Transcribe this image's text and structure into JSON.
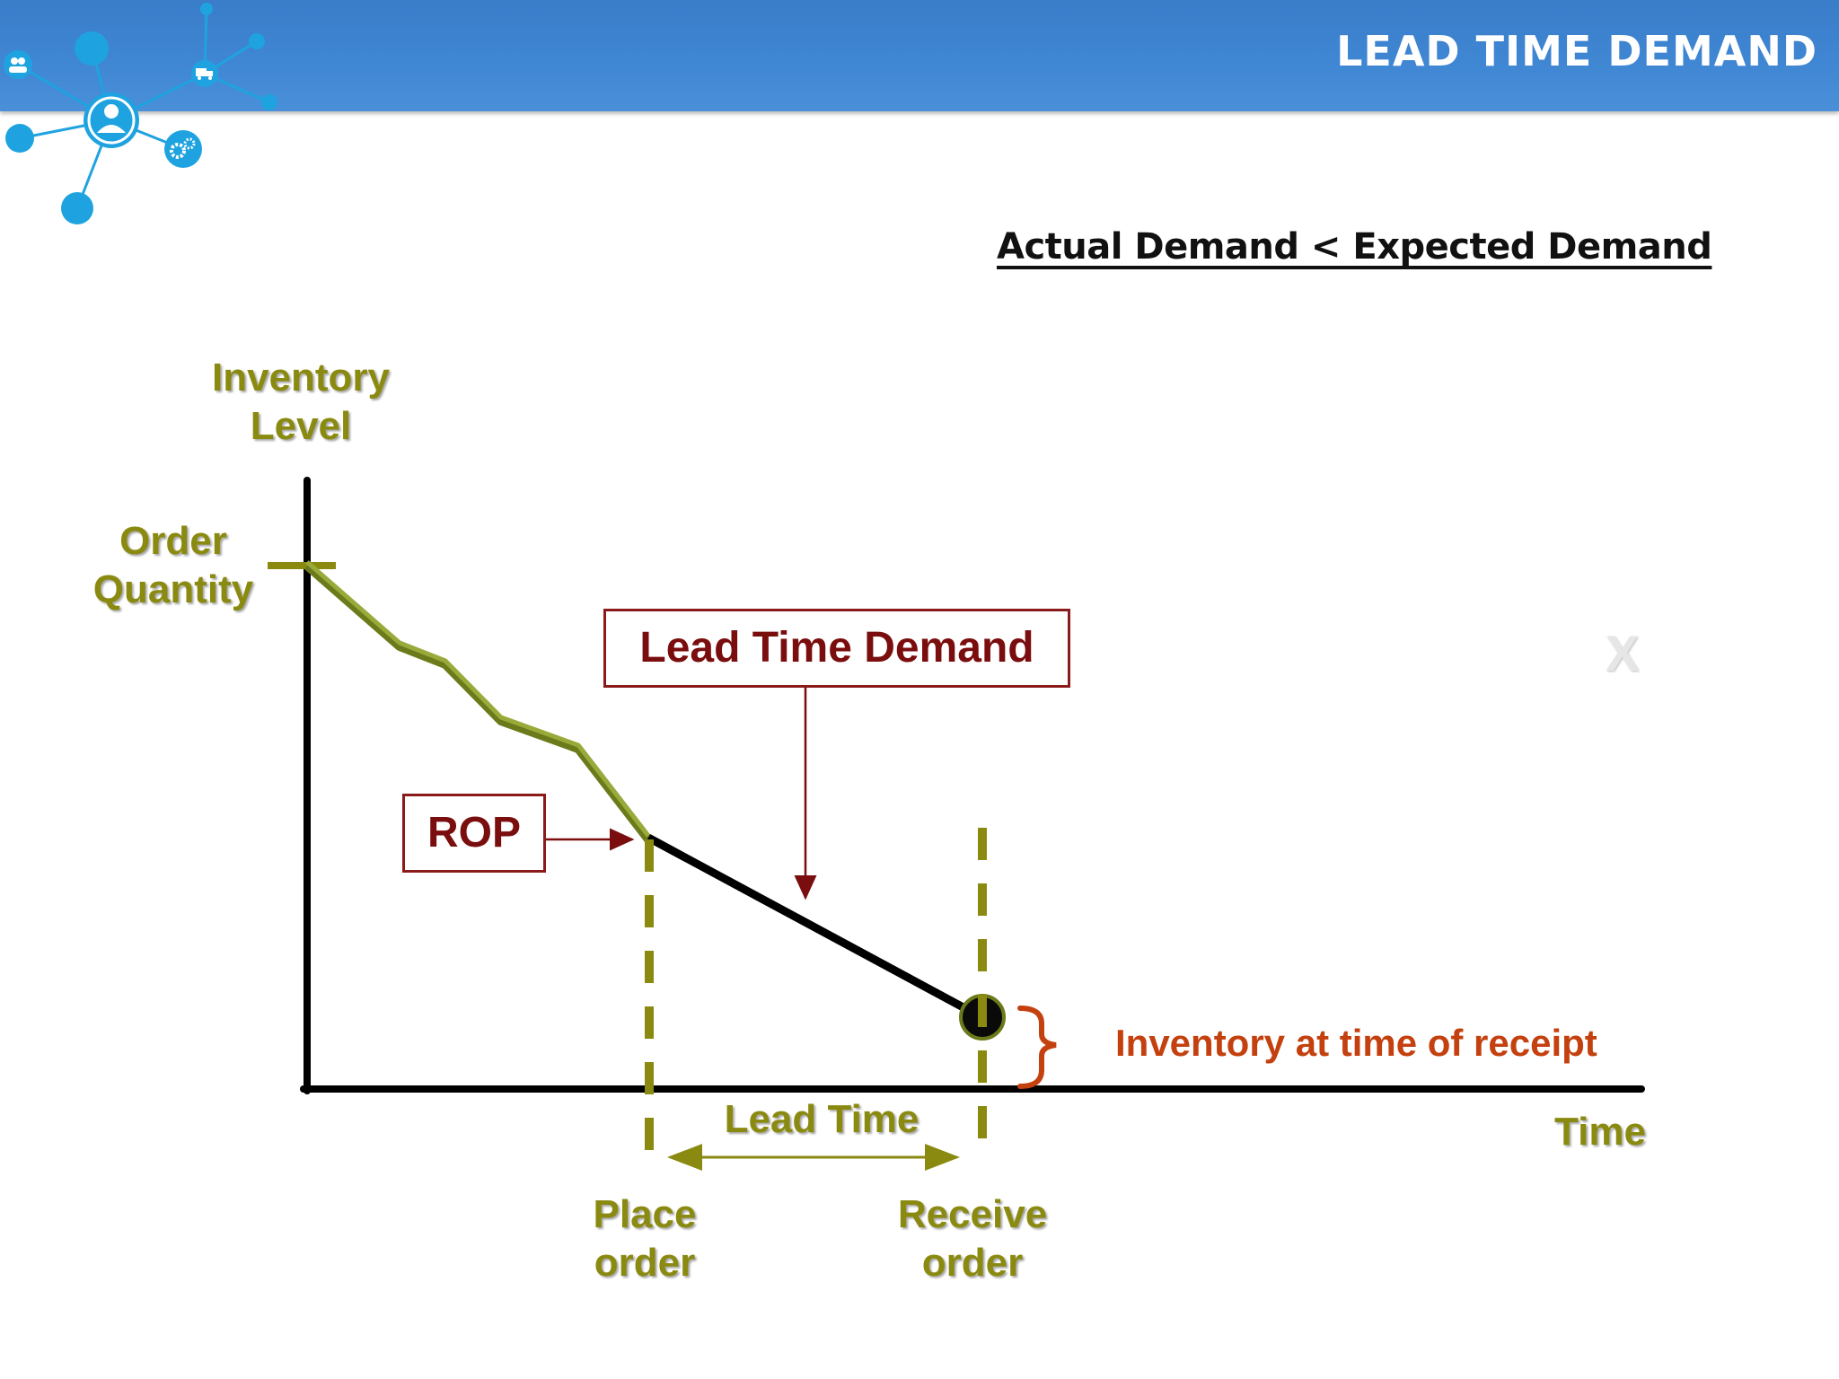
{
  "header": {
    "title": "LEAD TIME DEMAND"
  },
  "subtitle": "Actual Demand < Expected Demand",
  "diagram": {
    "y_axis_label": [
      "Inventory",
      "Level"
    ],
    "order_quantity_label": [
      "Order",
      "Quantity"
    ],
    "rop_label": "ROP",
    "lead_time_demand_label": "Lead Time Demand",
    "lead_time_label": "Lead Time",
    "x_axis_label": "Time",
    "place_order_label": [
      "Place",
      "order"
    ],
    "receive_order_label": [
      "Receive",
      "order"
    ],
    "receipt_label": "Inventory at time of receipt",
    "close_glyph": "X"
  },
  "logo": {
    "icons": [
      "people-icon",
      "user-icon",
      "truck-icon",
      "gears-icon"
    ]
  },
  "colors": {
    "header": "#3f86d3",
    "olive": "#8a8a10",
    "inventory_line": "#8a9a2a",
    "box_red": "#8b1a1a",
    "receipt_orange": "#c4410f",
    "logo_blue": "#1fa3e0"
  }
}
